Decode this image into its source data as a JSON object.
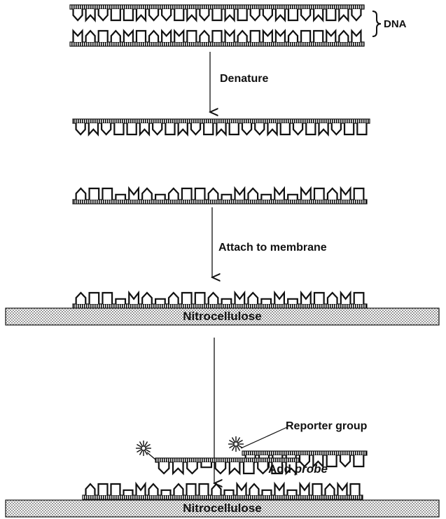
{
  "labels": {
    "dna": "DNA",
    "step_denature": "Denature",
    "step_attach": "Attach to membrane",
    "membrane_top": "Nitrocellulose",
    "membrane_bottom": "Nitrocellulose",
    "reporter": "Reporter group",
    "add_prefix": "Add ",
    "add_emph": "probe"
  },
  "strands": {
    "ds_top": [
      "A",
      "V",
      "A",
      "U",
      "U",
      "V",
      "A",
      "A",
      "U",
      "V",
      "A",
      "U",
      "V",
      "U",
      "A",
      "A",
      "V",
      "U",
      "A",
      "V",
      "U",
      "V",
      "A"
    ],
    "ss_top": [
      "A",
      "V",
      "A",
      "U",
      "U",
      "V",
      "A",
      "U",
      "V",
      "A",
      "U",
      "V",
      "U",
      "A",
      "A",
      "V",
      "U",
      "A",
      "U",
      "V",
      "A",
      "U",
      "U"
    ],
    "ss_bottom": [
      "A",
      "U",
      "U",
      "S",
      "M",
      "A",
      "S",
      "A",
      "U",
      "U",
      "A",
      "S",
      "M",
      "A",
      "S",
      "M",
      "S",
      "M",
      "U",
      "A",
      "M",
      "U"
    ],
    "attached": [
      "A",
      "U",
      "U",
      "S",
      "M",
      "A",
      "S",
      "A",
      "U",
      "U",
      "A",
      "S",
      "M",
      "A",
      "S",
      "M",
      "S",
      "M",
      "U",
      "A",
      "M",
      "U"
    ],
    "probe": [
      "A",
      "V",
      "A",
      "S",
      "A",
      "V",
      "U",
      "A",
      "U"
    ],
    "hyb_lower": [
      "A",
      "U",
      "U",
      "S",
      "M",
      "A",
      "S",
      "A",
      "U",
      "U",
      "A",
      "S",
      "M",
      "A",
      "S",
      "M",
      "S",
      "M",
      "U",
      "A",
      "M",
      "U"
    ],
    "hyb_probe": [
      "A",
      "V",
      "A",
      "S",
      "A",
      "V",
      "U",
      "A",
      "U",
      "V"
    ]
  },
  "colors": {
    "ink": "#111111",
    "membrane": "#d9d9d9"
  }
}
